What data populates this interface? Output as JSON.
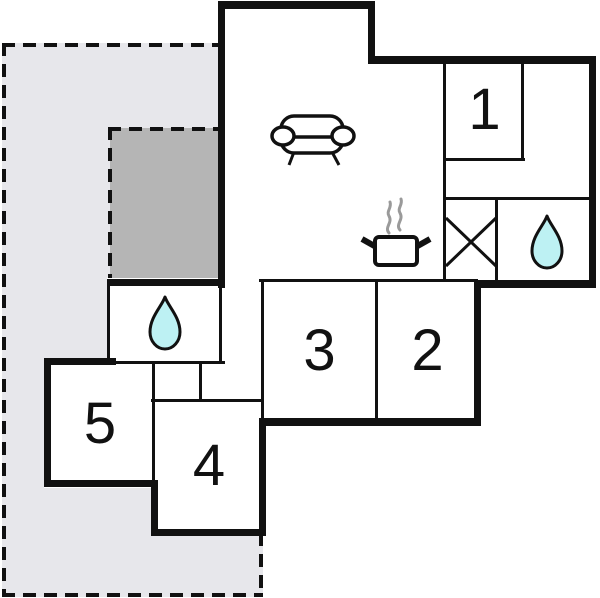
{
  "plan": {
    "type": "apartment-floor-plan",
    "rooms": [
      {
        "id": "room-1",
        "label": "1"
      },
      {
        "id": "room-2",
        "label": "2"
      },
      {
        "id": "room-3",
        "label": "3"
      },
      {
        "id": "room-4",
        "label": "4"
      },
      {
        "id": "room-5",
        "label": "5"
      }
    ],
    "icons": [
      {
        "name": "sofa-icon",
        "area": "living-room"
      },
      {
        "name": "cooking-pot-icon",
        "area": "kitchen"
      },
      {
        "name": "steam-icon",
        "area": "kitchen"
      },
      {
        "name": "crossed-square-icon",
        "area": "shower"
      },
      {
        "name": "water-drop-icon",
        "area": "bathroom-right"
      },
      {
        "name": "water-drop-icon",
        "area": "bathroom-left"
      }
    ],
    "colors": {
      "wall": "#111111",
      "floor": "#ffffff",
      "terrace": "#e7e7eb",
      "covered_terrace": "#b5b5b5",
      "water_drop": "#bdf1f3",
      "steam": "#9a9a9a"
    }
  }
}
